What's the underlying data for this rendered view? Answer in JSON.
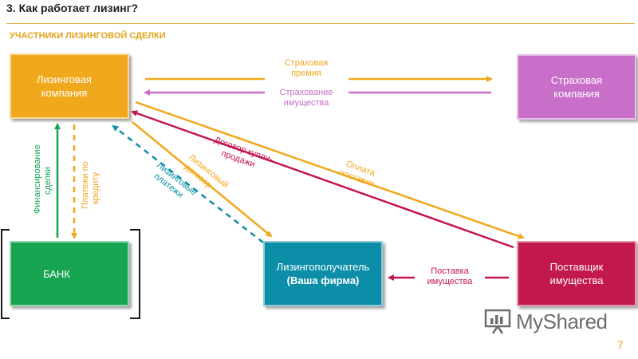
{
  "header": {
    "title": "3. Как работает лизинг?",
    "subtitle": "УЧАСТНИКИ ЛИЗИНГОВОЙ СДЕЛКИ"
  },
  "nodes": {
    "leasing_company": {
      "line1": "Лизинговая",
      "line2": "компания"
    },
    "insurance_company": {
      "line1": "Страховая",
      "line2": "компания"
    },
    "bank": {
      "line1": "БАНК"
    },
    "lessee": {
      "line1": "Лизингополучатель",
      "line2": "(Ваша фирма)"
    },
    "supplier": {
      "line1": "Поставщик",
      "line2": "имущества"
    }
  },
  "edges": {
    "insurance_premium": {
      "line1": "Страховая",
      "line2": "премия"
    },
    "property_insurance": {
      "line1": "Страхование",
      "line2": "имущества"
    },
    "sale_contract": {
      "line1": "Договор купли-",
      "line2": "продажи"
    },
    "supply_payment": {
      "line1": "Оплата",
      "line2": "поставки"
    },
    "leasing_contract": {
      "line1": "Лизинговый",
      "line2": "договор"
    },
    "leasing_payments": {
      "line1": "Лизинговые",
      "line2": "платежи"
    },
    "deal_financing": {
      "line1": "Финансирование",
      "line2": "сделки"
    },
    "loan_payments": {
      "line1": "Платежи по",
      "line2": "кредиту"
    },
    "property_delivery": {
      "line1": "Поставка",
      "line2": "имущества"
    }
  },
  "logo": {
    "text": "MyShared",
    "icon": "presentation-board-icon"
  },
  "page_number": "7",
  "colors": {
    "orange": "#f0a81c",
    "purple": "#c86fc9",
    "green": "#17a452",
    "teal": "#0c8ea8",
    "crimson": "#c2184b"
  }
}
